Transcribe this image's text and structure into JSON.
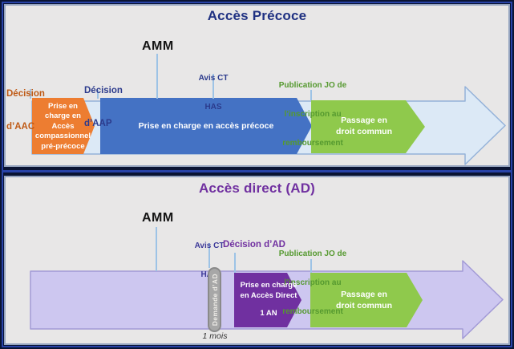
{
  "colors": {
    "frame_navy": "#0A1433",
    "frame_blue": "#2843A8",
    "panel_bg": "#E8E7E7",
    "panel_border": "#96A5C0",
    "tick_blue": "#9DC3E6",
    "title_navy": "#1F3182",
    "title_purple": "#7030A0",
    "label_orange": "#BF5A15",
    "label_navy": "#2B3A8C",
    "label_violet": "#3D3A99",
    "label_green": "#55992F",
    "arrow_lightblue_fill": "#DCE9F6",
    "arrow_lightblue_stroke": "#94B2D9",
    "arrow_lavender_fill": "#CDC7F0",
    "arrow_lavender_stroke": "#A29AD6",
    "seg_orange": "#ED7D31",
    "seg_blue": "#4472C4",
    "seg_green": "#8FC94C",
    "seg_purple": "#7030A0",
    "capsule_gray": "#A7A7A7"
  },
  "panel_precoce": {
    "title": "Accès Précoce",
    "label_amm": "AMM",
    "label_decision_aac": [
      "Décision",
      "d’AAC"
    ],
    "label_decision_aap": [
      "Décision",
      "d’AAP"
    ],
    "label_avis_ct": [
      "Avis CT",
      "HAS"
    ],
    "label_publication": [
      "Publication JO de",
      "l’inscription au",
      "remboursement"
    ],
    "segment_compassionnel": [
      "Prise en",
      "charge en",
      "Accès",
      "compassionnel",
      "pré-précoce"
    ],
    "segment_acces_precoce": "Prise en charge en accès précoce",
    "segment_droit_commun": [
      "Passage en",
      "droit commun"
    ]
  },
  "panel_acces_direct": {
    "title": "Accès direct (AD)",
    "label_amm": "AMM",
    "label_avis_ct": [
      "Avis CT",
      "HAS"
    ],
    "label_decision_ad": "Décision d’AD",
    "label_publication": [
      "Publication JO de",
      "l’inscription au",
      "remboursement"
    ],
    "capsule_demande_ad": "Demande d’AD",
    "duration_1_mois": "1 mois",
    "segment_acces_direct": [
      "Prise en charge",
      "en Accès Direct",
      "1 AN"
    ],
    "segment_droit_commun": [
      "Passage en",
      "droit commun"
    ]
  }
}
